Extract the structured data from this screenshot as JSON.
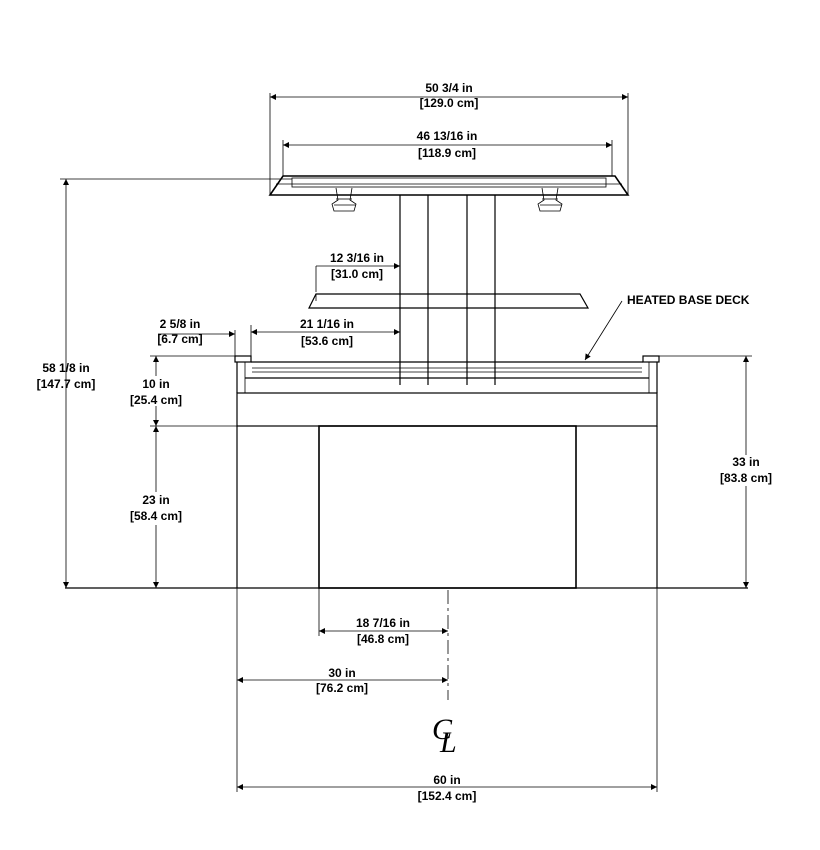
{
  "dimensions": {
    "top_width": {
      "imperial": "50 3/4 in",
      "metric": "[129.0 cm]"
    },
    "shelf_width": {
      "imperial": "46 13/16 in",
      "metric": "[118.9 cm]"
    },
    "shelf_depth": {
      "imperial": "12 3/16 in",
      "metric": "[31.0 cm]"
    },
    "lip_width": {
      "imperial": "2 5/8 in",
      "metric": "[6.7 cm]"
    },
    "deck_width": {
      "imperial": "21 1/16 in",
      "metric": "[53.6 cm]"
    },
    "total_height": {
      "imperial": "58 1/8 in",
      "metric": "[147.7 cm]"
    },
    "deck_height": {
      "imperial": "10 in",
      "metric": "[25.4 cm]"
    },
    "base_height": {
      "imperial": "23 in",
      "metric": "[58.4 cm]"
    },
    "counter_height": {
      "imperial": "33 in",
      "metric": "[83.8 cm]"
    },
    "door_offset": {
      "imperial": "18 7/16 in",
      "metric": "[46.8 cm]"
    },
    "half_width": {
      "imperial": "30 in",
      "metric": "[76.2 cm]"
    },
    "overall_width": {
      "imperial": "60 in",
      "metric": "[152.4 cm]"
    }
  },
  "callout": {
    "heated_base_deck": "HEATED BASE DECK"
  },
  "centerline_symbol": "CL"
}
